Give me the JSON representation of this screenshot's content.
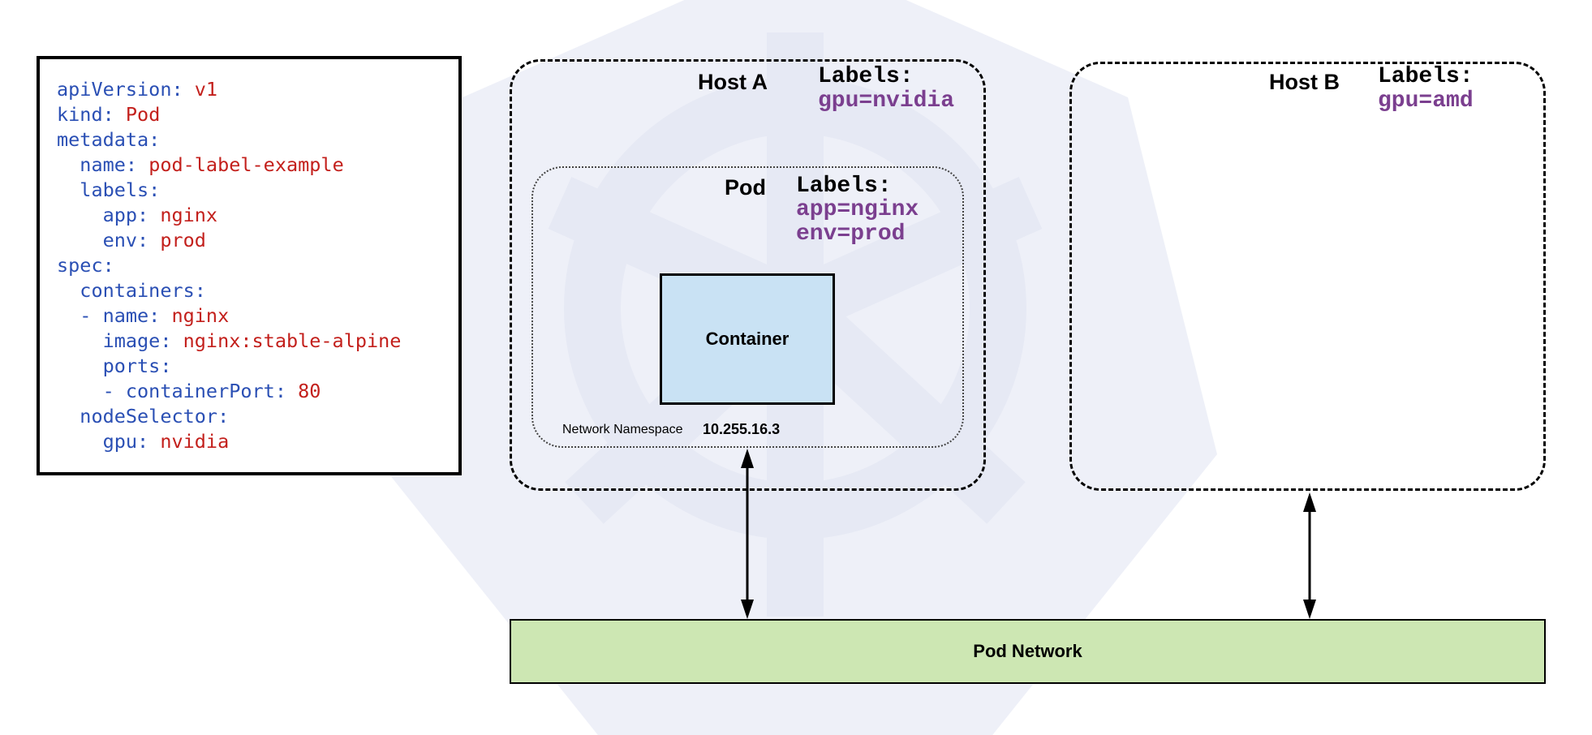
{
  "manifest": {
    "lines": [
      {
        "indent": "",
        "key": "apiVersion:",
        "value": " v1"
      },
      {
        "indent": "",
        "key": "kind:",
        "value": " Pod"
      },
      {
        "indent": "",
        "key": "metadata:",
        "value": ""
      },
      {
        "indent": "  ",
        "key": "name:",
        "value": " pod-label-example"
      },
      {
        "indent": "  ",
        "key": "labels:",
        "value": ""
      },
      {
        "indent": "    ",
        "key": "app:",
        "value": " nginx"
      },
      {
        "indent": "    ",
        "key": "env:",
        "value": " prod"
      },
      {
        "indent": "",
        "key": "spec:",
        "value": ""
      },
      {
        "indent": "  ",
        "key": "containers:",
        "value": ""
      },
      {
        "indent": "  ",
        "key": "- name:",
        "value": " nginx"
      },
      {
        "indent": "    ",
        "key": "image:",
        "value": " nginx:stable-alpine"
      },
      {
        "indent": "    ",
        "key": "ports:",
        "value": ""
      },
      {
        "indent": "    ",
        "key": "- containerPort:",
        "value": " 80"
      },
      {
        "indent": "  ",
        "key": "nodeSelector:",
        "value": ""
      },
      {
        "indent": "    ",
        "key": "gpu:",
        "value": " nvidia"
      }
    ]
  },
  "host_a": {
    "title": "Host A",
    "labels_heading": "Labels:",
    "labels": [
      "gpu=nvidia"
    ]
  },
  "host_b": {
    "title": "Host B",
    "labels_heading": "Labels:",
    "labels": [
      "gpu=amd"
    ]
  },
  "pod": {
    "title": "Pod",
    "labels_heading": "Labels:",
    "labels": [
      "app=nginx",
      "env=prod"
    ],
    "container_label": "Container",
    "namespace_label": "Network Namespace",
    "ip": "10.255.16.3"
  },
  "network": {
    "label": "Pod Network"
  },
  "colors": {
    "yaml_key": "#2a4fb4",
    "yaml_value": "#c3201c",
    "label_value": "#7b3f8f",
    "container_fill": "#c9e2f4",
    "network_fill": "#cde7b3",
    "watermark": "#eef0f8"
  }
}
